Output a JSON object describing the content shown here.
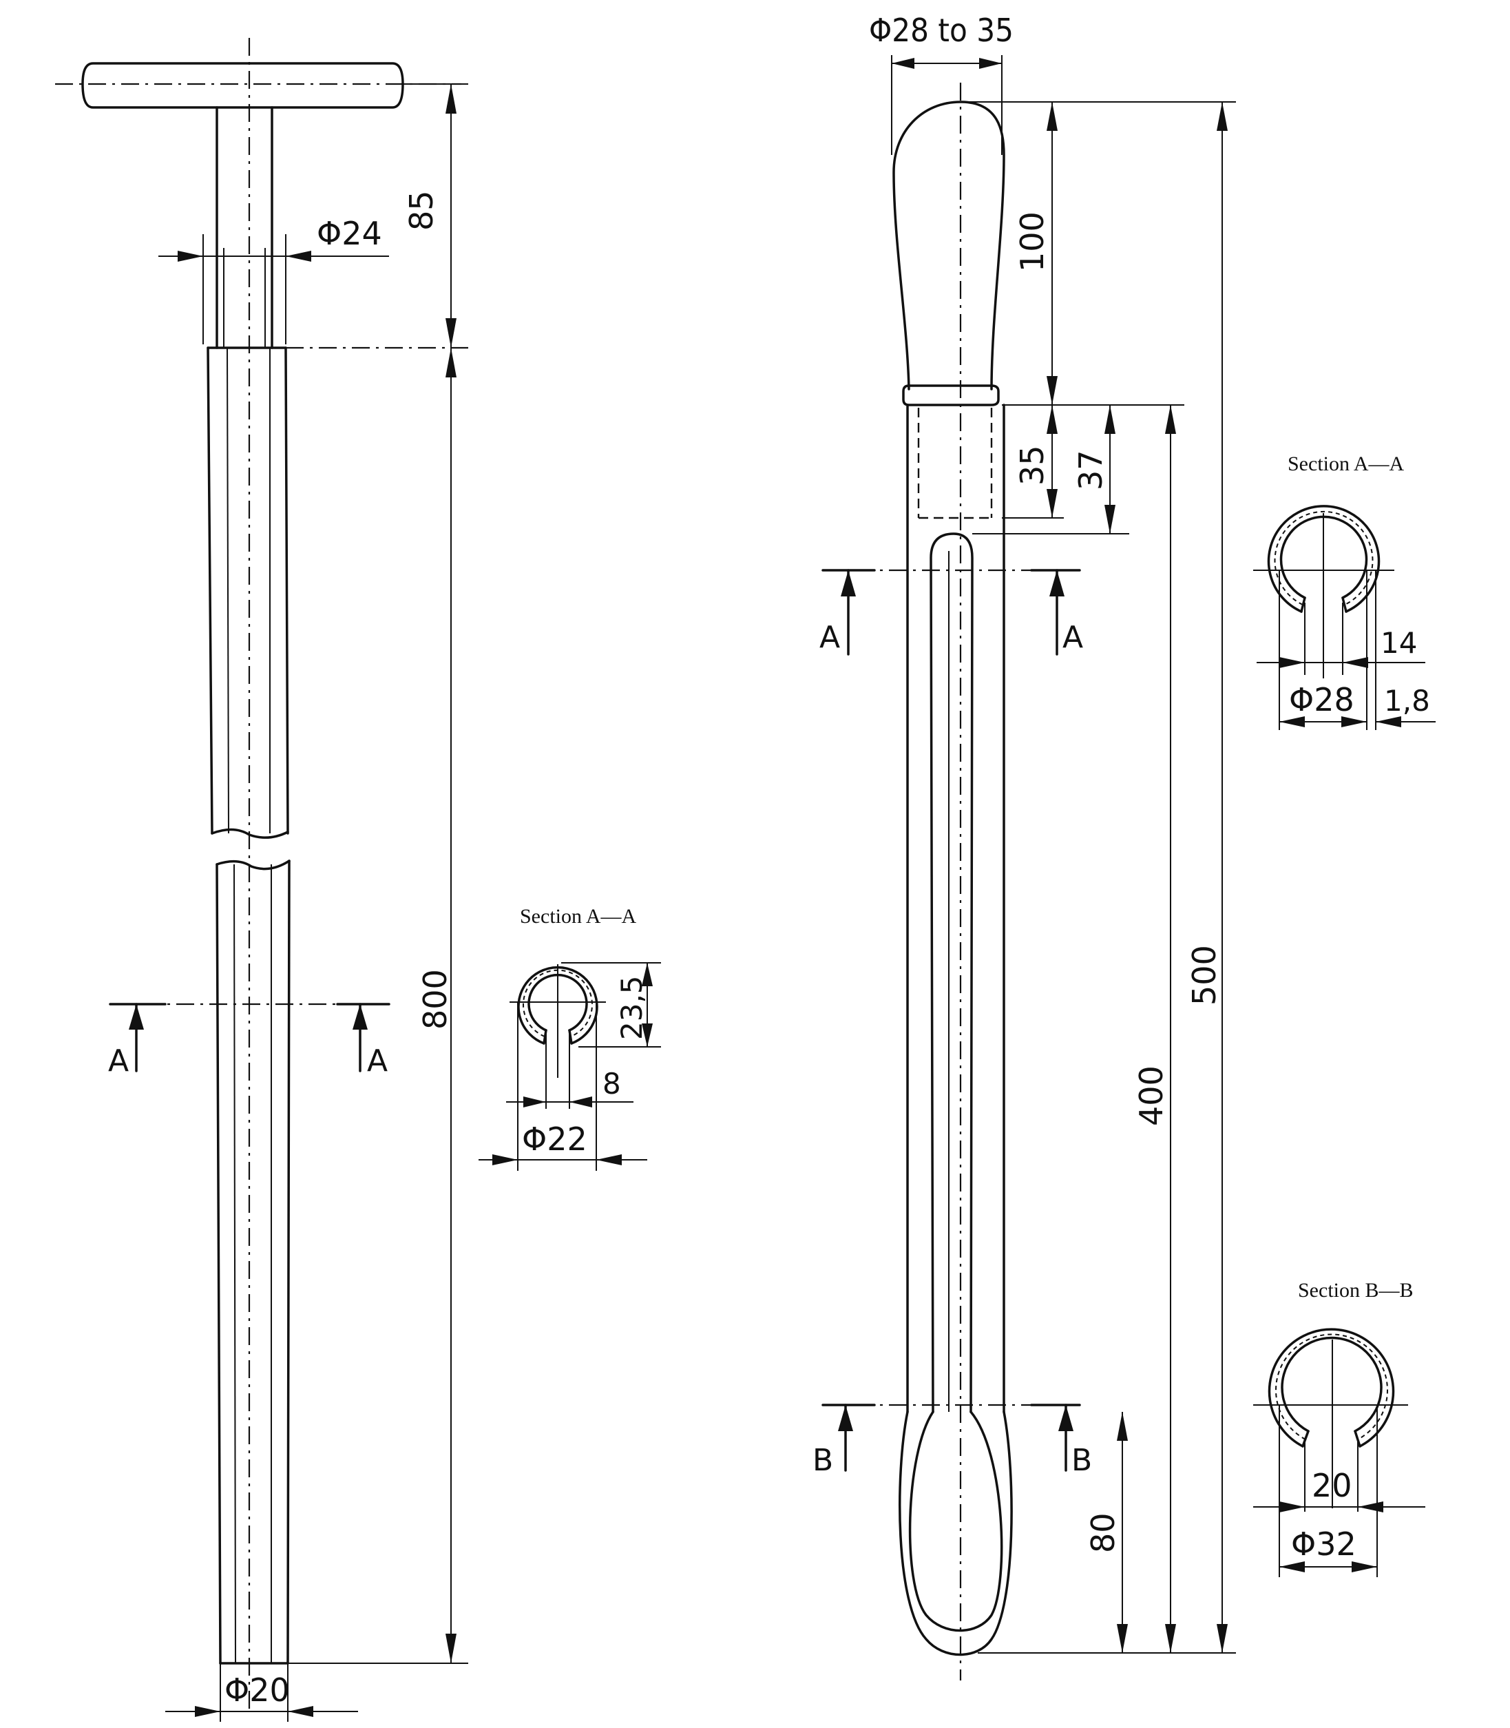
{
  "probe_a": {
    "dim_length_head": "85",
    "dim_length_shaft": "800",
    "dim_diameter_top": "Φ24",
    "dim_diameter_bottom": "Φ20",
    "cut_label": "A",
    "section_title": "Section A—A",
    "section_dims": {
      "depth": "23,5",
      "slot": "8",
      "diameter": "Φ22"
    }
  },
  "probe_b": {
    "dim_handle_diameter": "Φ28 to 35",
    "dim_handle_length": "100",
    "dim_socket_35": "35",
    "dim_socket_37": "37",
    "dim_length_400": "400",
    "dim_length_500": "500",
    "dim_spoon_80": "80",
    "cut_label_a": "A",
    "cut_label_b": "B",
    "section_a": {
      "title": "Section A—A",
      "slot": "14",
      "diameter": "Φ28",
      "wall": "1,8"
    },
    "section_b": {
      "title": "Section B—B",
      "slot": "20",
      "diameter": "Φ32"
    }
  }
}
